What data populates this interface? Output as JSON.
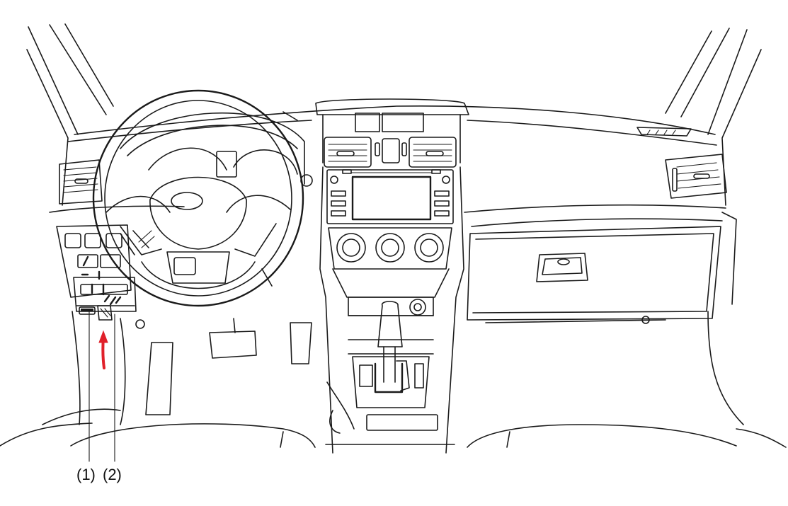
{
  "callouts": [
    {
      "id": "1",
      "text": "(1)"
    },
    {
      "id": "2",
      "text": "(2)"
    }
  ],
  "colors": {
    "line": "#1a1a1a",
    "arrow": "#e0202a",
    "background": "#ffffff"
  }
}
